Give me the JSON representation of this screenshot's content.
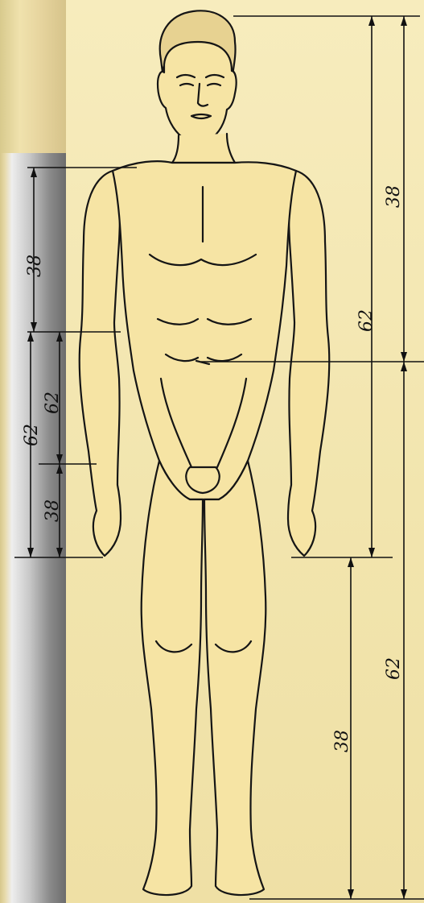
{
  "diagram": {
    "title": "",
    "colors": {
      "background": "#f4e8b3",
      "side_bar_light": "#eeeeee",
      "side_bar_dark": "#6c6c6c",
      "ink": "#111111"
    },
    "dimension_labels": {
      "torso_upper": "38",
      "torso_total": "62",
      "hip_to_crotch": "62",
      "crotch_to_fingertips": "38",
      "head_to_navel_total": "62",
      "head_to_navel_upper": "38",
      "legs_total": "62",
      "legs_lower": "38"
    }
  }
}
